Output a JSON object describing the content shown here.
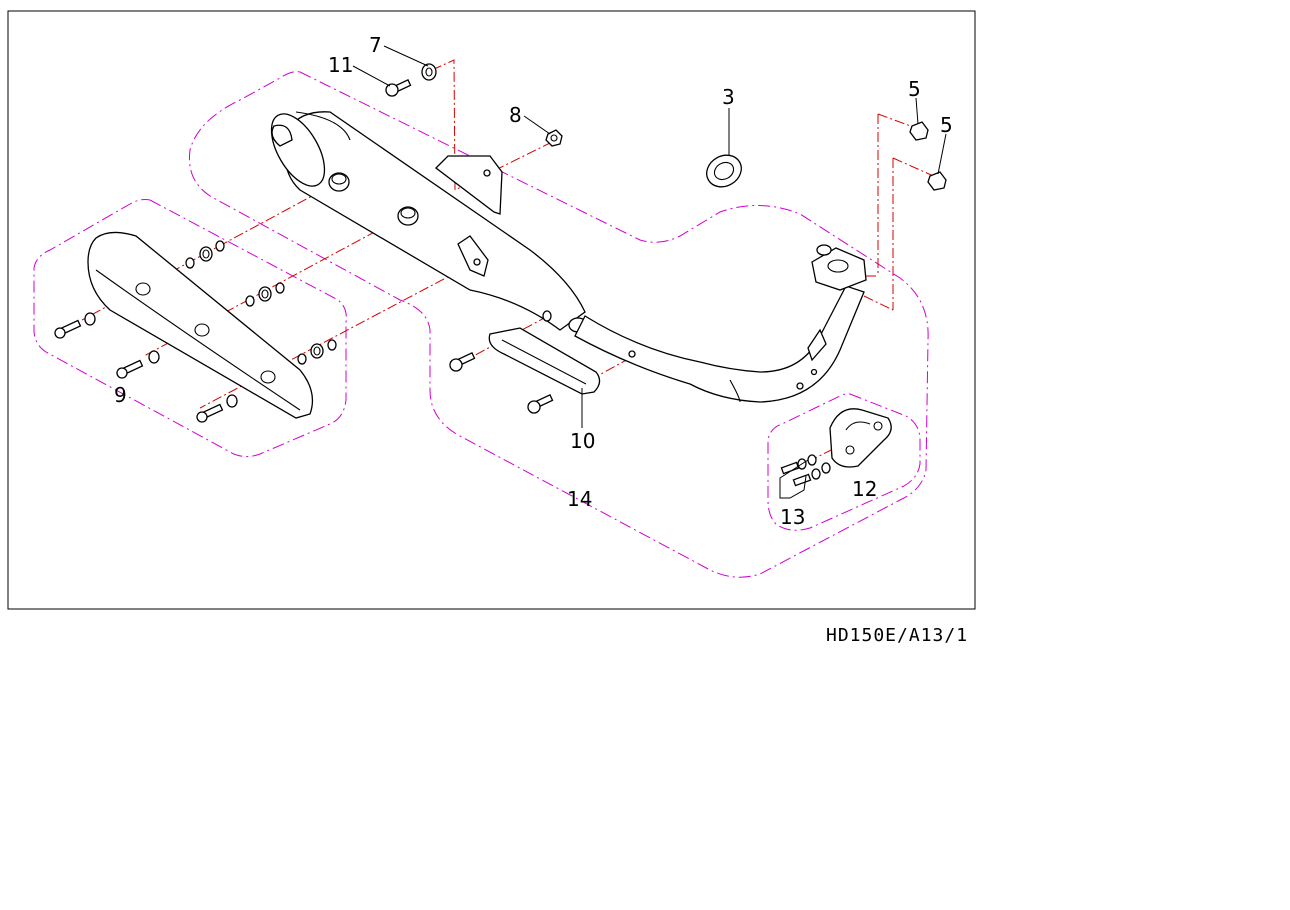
{
  "callouts": {
    "c3": "3",
    "c5a": "5",
    "c5b": "5",
    "c7": "7",
    "c8": "8",
    "c9": "9",
    "c10": "10",
    "c11": "11",
    "c12": "12",
    "c13": "13",
    "c14": "14"
  },
  "drawing_code": "HD150E/A13/1",
  "colors": {
    "frame": "#000000",
    "group_outline": "#d000d0",
    "center_line": "#d40000"
  }
}
